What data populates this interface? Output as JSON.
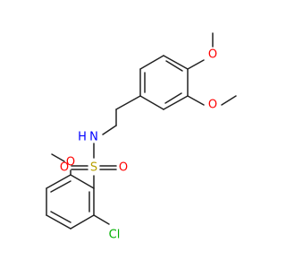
{
  "molecule": {
    "atom_labels": {
      "o_top_methoxy": "O",
      "o_meta_methoxy": "O",
      "nitrogen": "N",
      "hydrogen": "H",
      "sulfur": "S",
      "o_sulfonyl_left": "O",
      "o_sulfonyl_right": "O",
      "o_ring_methoxy": "O",
      "chlorine": "Cl"
    },
    "colors": {
      "bond": "#222222",
      "oxygen": "#ff0000",
      "nitrogen": "#0000ff",
      "sulfur": "#b8a000",
      "chlorine": "#00b000",
      "background": "#ffffff"
    }
  }
}
